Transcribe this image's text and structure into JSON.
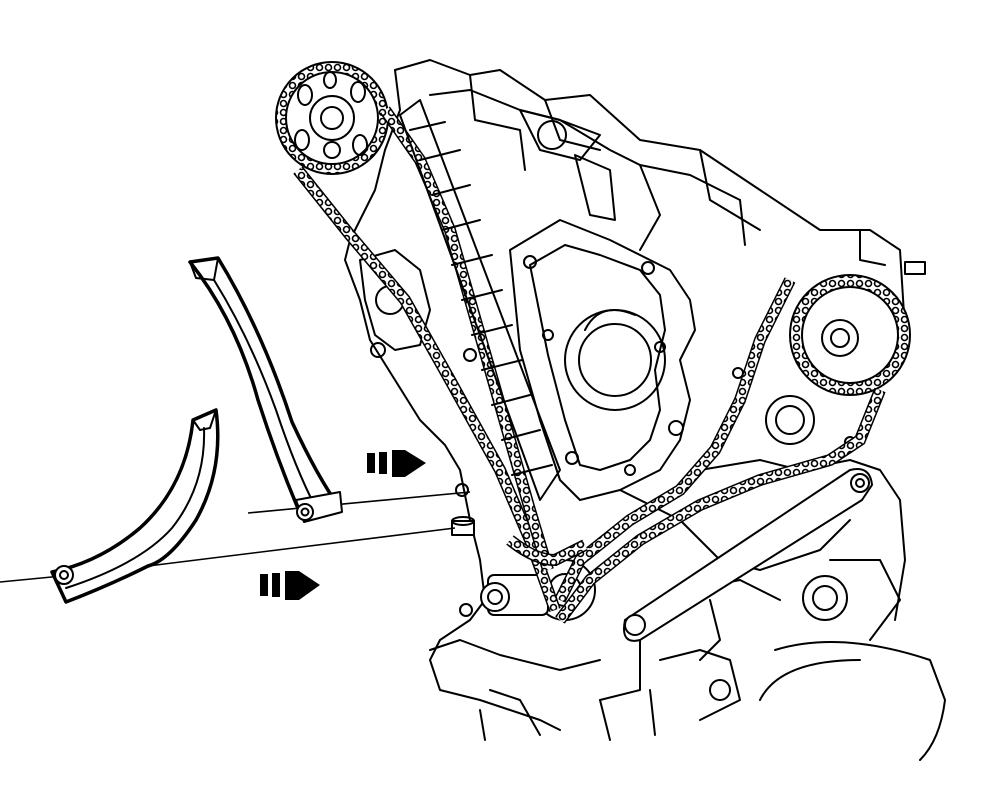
{
  "figure": {
    "colors": {
      "line": "#000000",
      "background": "#ffffff"
    },
    "parts": [
      {
        "id": "upper-guide",
        "icon": "chain-guide-curved"
      },
      {
        "id": "lower-guide",
        "icon": "chain-guide-curved"
      },
      {
        "id": "camshaft-sprocket-left",
        "icon": "sprocket"
      },
      {
        "id": "camshaft-sprocket-right",
        "icon": "sprocket"
      },
      {
        "id": "timing-chain-left",
        "icon": "roller-chain"
      },
      {
        "id": "timing-chain-right",
        "icon": "roller-chain"
      },
      {
        "id": "engine-block",
        "icon": "engine-front-cover"
      }
    ],
    "arrows": [
      {
        "id": "upper-install-arrow",
        "direction": "right"
      },
      {
        "id": "lower-install-arrow",
        "direction": "right"
      }
    ]
  }
}
